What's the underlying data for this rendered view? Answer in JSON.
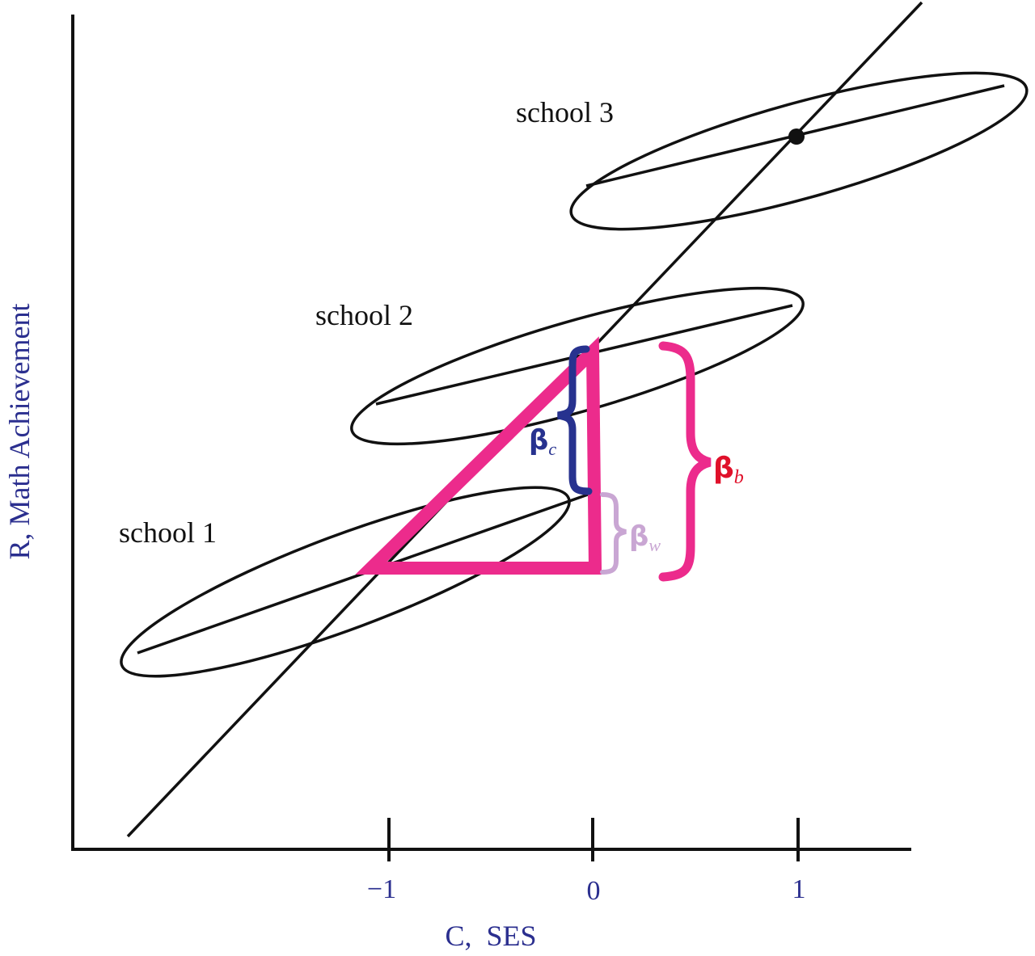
{
  "colors": {
    "axis": "#111111",
    "axis_text": "#2b2f8f",
    "school_text": "#111111",
    "magenta": "#ec2b8c",
    "navy": "#27328f",
    "lavender": "#c9a6d3",
    "red": "#e0102a"
  },
  "axes": {
    "x_label": "C,  SES",
    "y_label": "R, Math Achievement",
    "ticks": [
      "−1",
      "0",
      "1"
    ]
  },
  "schools": [
    {
      "label": "school 1"
    },
    {
      "label": "school 2"
    },
    {
      "label": "school 3"
    }
  ],
  "coefficients": {
    "beta": "β",
    "c_sub": "c",
    "w_sub": "w",
    "b_sub": "b"
  }
}
